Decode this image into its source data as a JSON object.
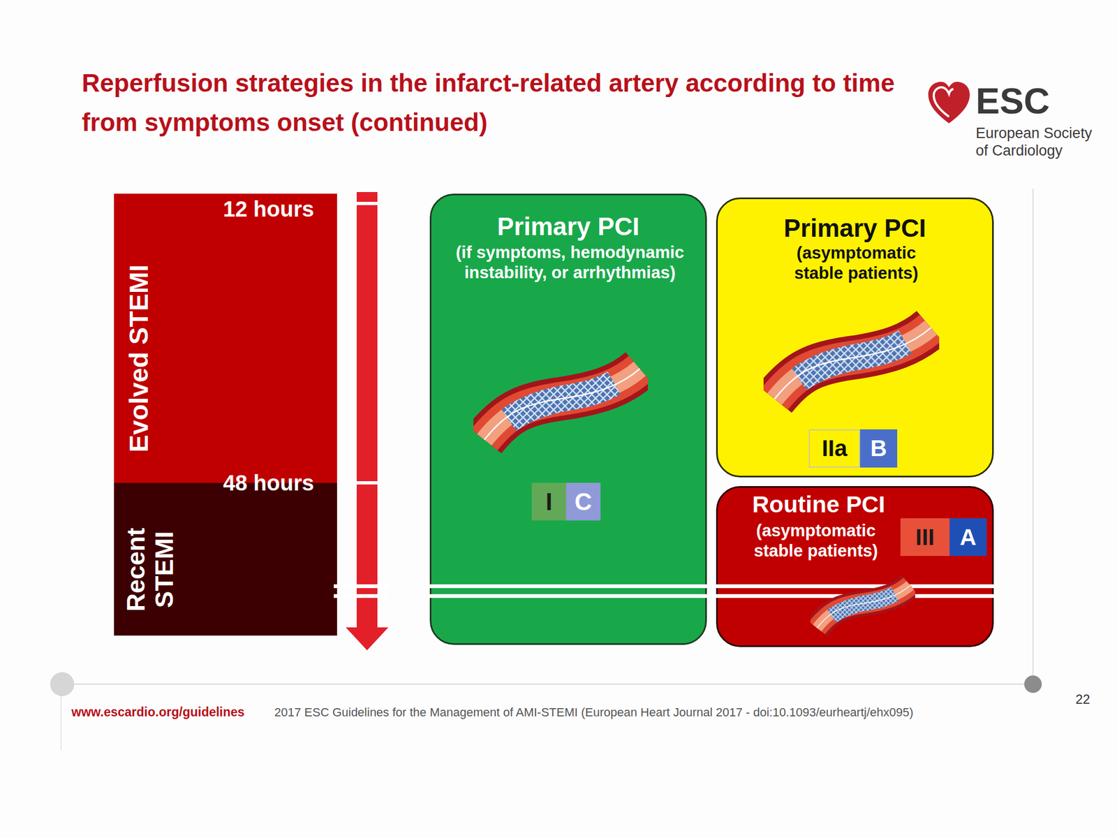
{
  "diagram": {
    "title": "Reperfusion strategies in the infarct-related artery according to time from symptoms onset (continued)",
    "nodes": [
      {
        "text": [
          "12 hours",
          "Evolved STEMI"
        ]
      },
      {
        "text": [
          "48 hours",
          "Recent STEMI"
        ]
      },
      {
        "text": [
          "Primary PCI",
          "(if symptoms, hemodynamic instability, or arrhythmias)"
        ]
      },
      {
        "text": [
          "I"
        ],
        "in": 2
      },
      {
        "text": [
          "C"
        ],
        "in": 2
      },
      {
        "text": [
          "Primary PCI",
          "(asymptomatic stable patients)"
        ]
      },
      {
        "text": [
          "IIa"
        ],
        "in": 5
      },
      {
        "text": [
          "B"
        ],
        "in": 5
      },
      {
        "text": [
          "Routine PCI",
          "(asymptomatic stable patients)"
        ]
      },
      {
        "text": [
          "III"
        ],
        "in": 8
      },
      {
        "text": [
          "A"
        ],
        "in": 8
      }
    ],
    "labels": [
      "ESC",
      "European Society of Cardiology",
      "www.escardio.org/guidelines",
      "2017 ESC Guidelines for the Management of AMI-STEMI (European Heart Journal 2017 - doi:10.1093/eurheartj/ehx095)",
      "22"
    ]
  }
}
